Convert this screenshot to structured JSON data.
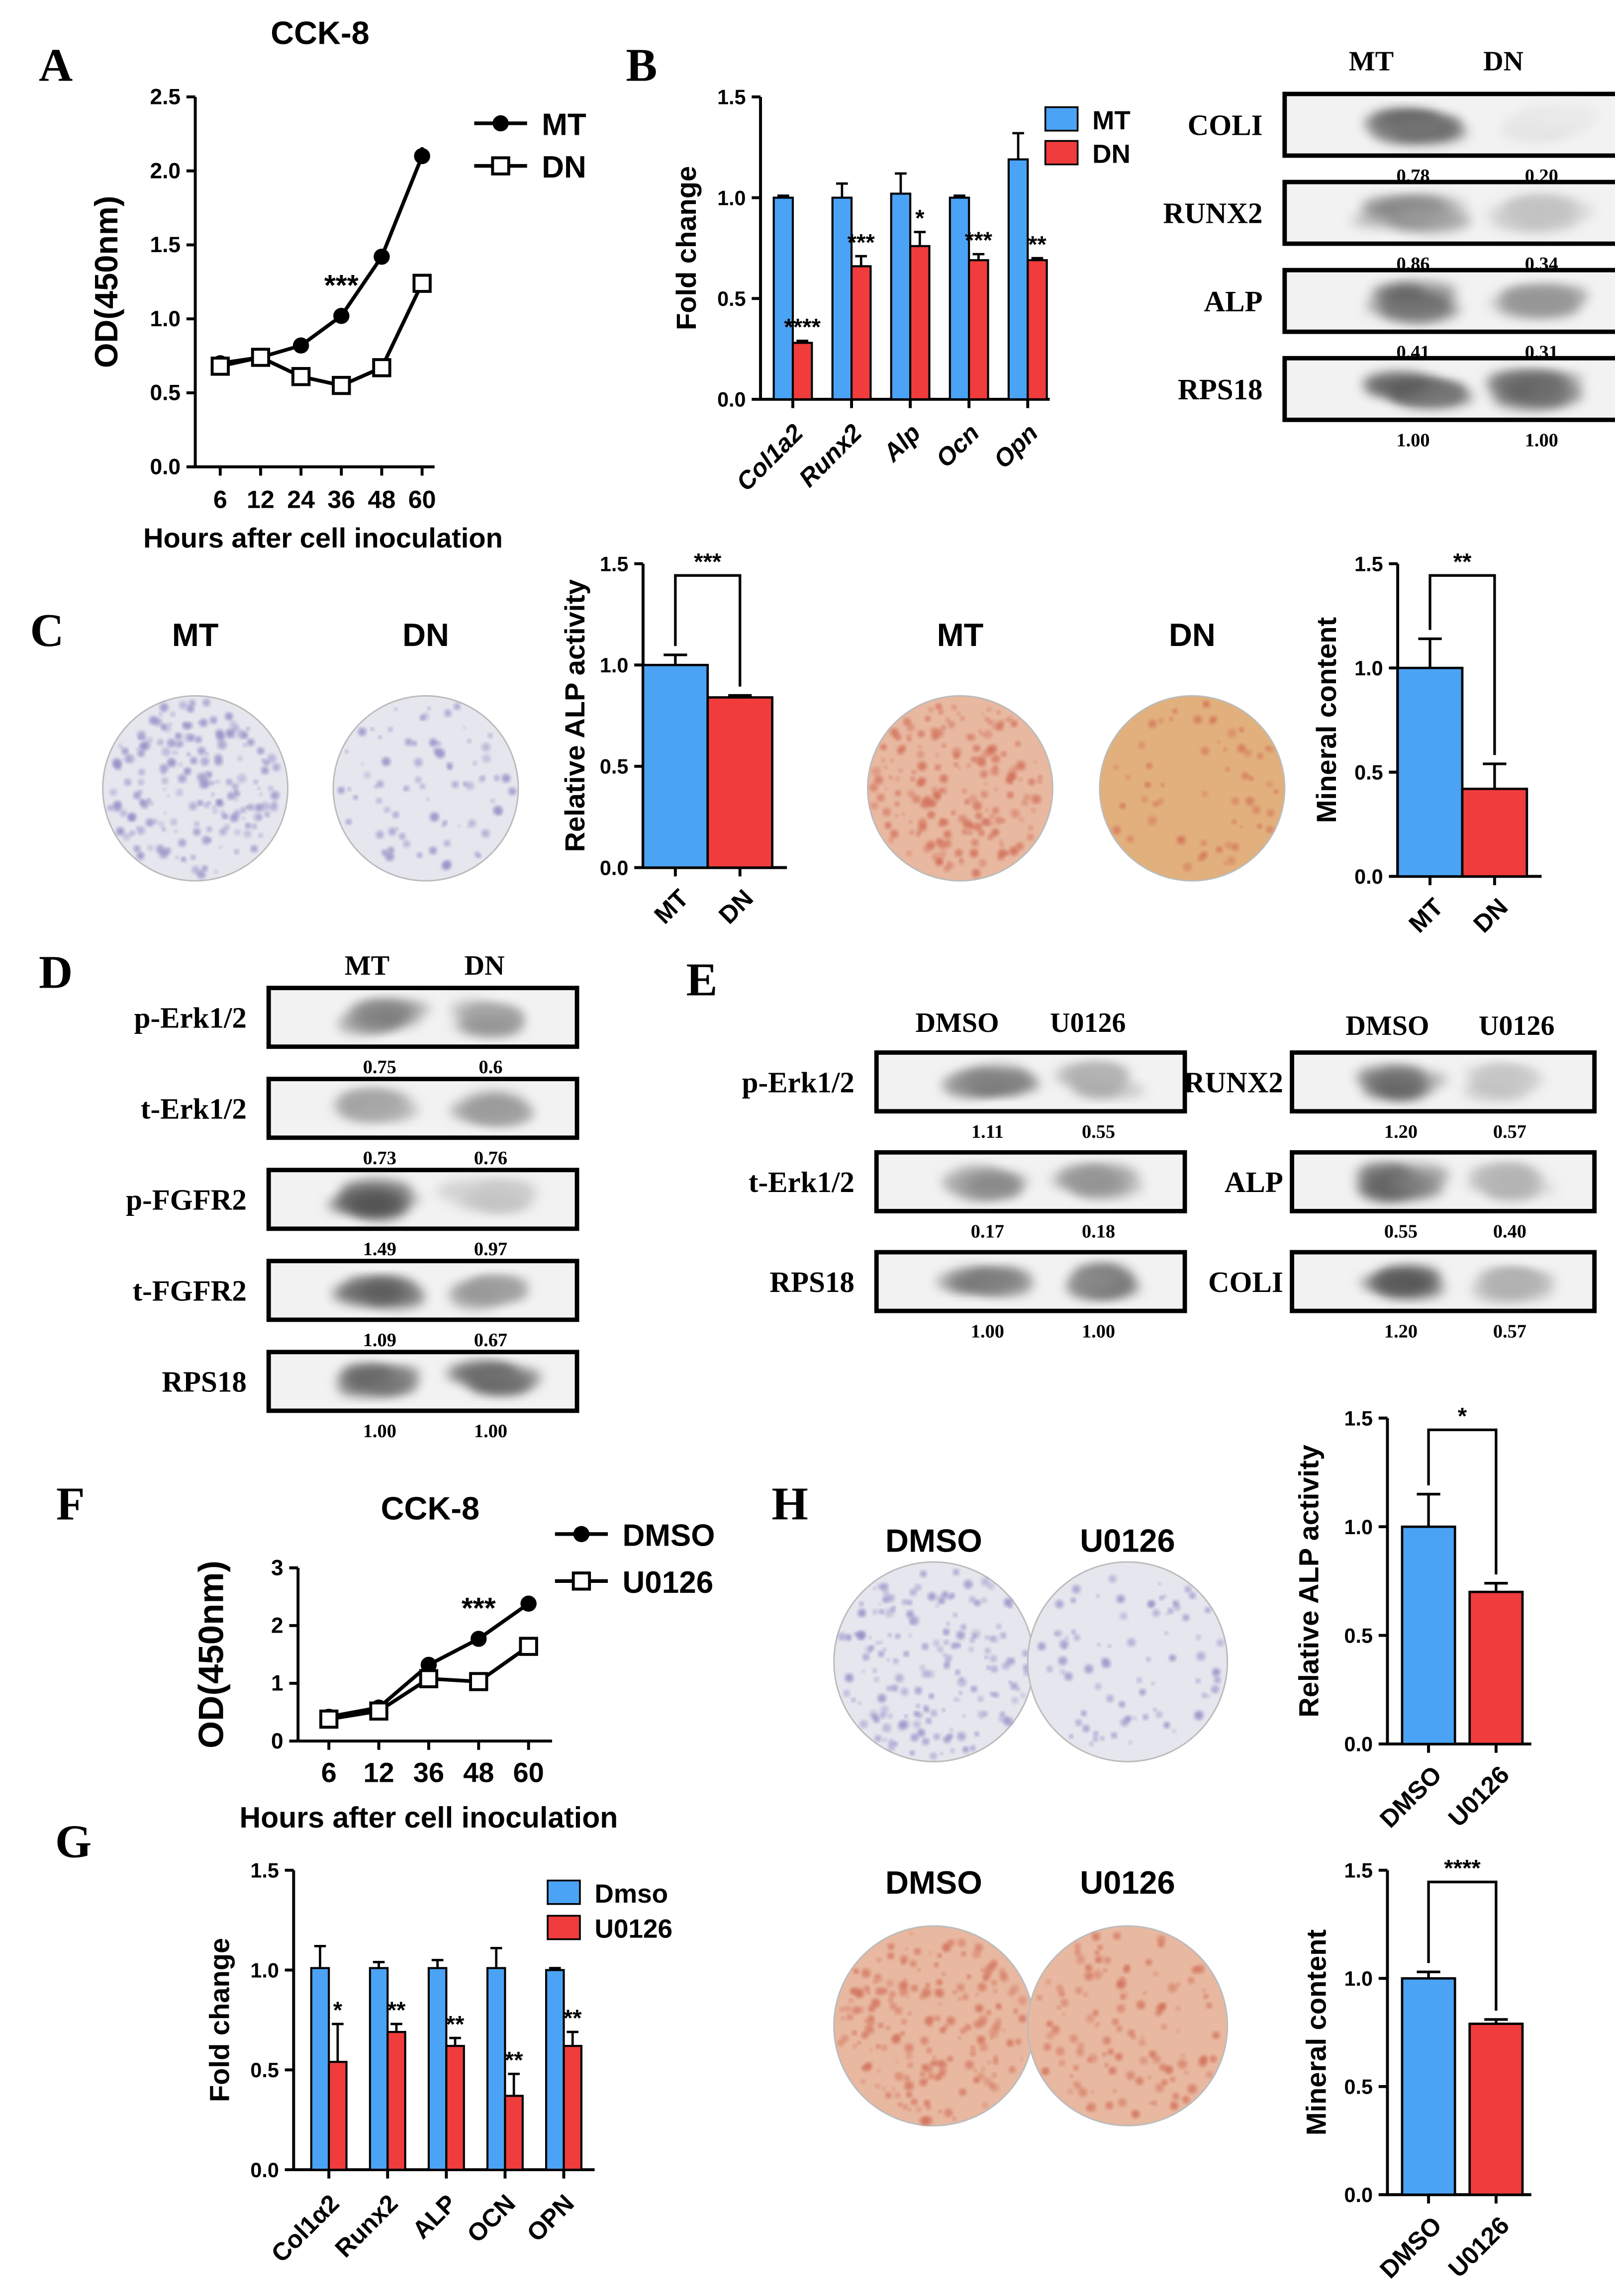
{
  "panel_letters": [
    "A",
    "B",
    "C",
    "D",
    "E",
    "F",
    "G",
    "H"
  ],
  "colors": {
    "blue": "#4aa3f5",
    "red": "#f03c3c",
    "ink": "#000000",
    "alp_stain": "#8c87c3",
    "ars_stain": "#d06a55",
    "ars_light": "#e2b07c"
  },
  "chart_data": [
    {
      "id": "A",
      "type": "line",
      "title": "CCK-8",
      "xlabel": "Hours after cell inoculation",
      "ylabel": "OD(450nm)",
      "categories": [
        "6",
        "12",
        "24",
        "36",
        "48",
        "60"
      ],
      "ylim": [
        0,
        2.5
      ],
      "yticks": [
        "0.0",
        "0.5",
        "1.0",
        "1.5",
        "2.0",
        "2.5"
      ],
      "series": [
        {
          "name": "MT",
          "marker": "filled-circle",
          "values": [
            0.7,
            0.74,
            0.82,
            1.02,
            1.42,
            2.1
          ],
          "errors": [
            0.02,
            0.02,
            0.02,
            0.03,
            0.02,
            0.06
          ]
        },
        {
          "name": "DN",
          "marker": "open-square",
          "values": [
            0.68,
            0.74,
            0.61,
            0.55,
            0.67,
            1.24
          ],
          "errors": [
            0.02,
            0.02,
            0.02,
            0.02,
            0.02,
            0.03
          ]
        }
      ],
      "annotations": [
        {
          "category": "36",
          "text": "***"
        }
      ],
      "legend": "right"
    },
    {
      "id": "B",
      "type": "bar",
      "ylabel": "Fold change",
      "categories": [
        "Col1a2",
        "Runx2",
        "Alp",
        "Ocn",
        "Opn"
      ],
      "ylim": [
        0,
        1.5
      ],
      "yticks": [
        "0.0",
        "0.5",
        "1.0",
        "1.5"
      ],
      "series": [
        {
          "name": "MT",
          "values": [
            1.0,
            1.0,
            1.02,
            1.0,
            1.19
          ],
          "errors": [
            0.01,
            0.07,
            0.1,
            0.01,
            0.13
          ]
        },
        {
          "name": "DN",
          "values": [
            0.28,
            0.66,
            0.76,
            0.69,
            0.69
          ],
          "errors": [
            0.01,
            0.05,
            0.07,
            0.03,
            0.01
          ]
        }
      ],
      "significance": [
        "****",
        "***",
        "*",
        "***",
        "**"
      ],
      "legend": "top-right"
    },
    {
      "id": "C1",
      "type": "bar",
      "ylabel": "Relative ALP activity",
      "categories": [
        "MT",
        "DN"
      ],
      "values": [
        1.0,
        0.84
      ],
      "errors": [
        0.05,
        0.01
      ],
      "ylim": [
        0,
        1.5
      ],
      "yticks": [
        "0.0",
        "0.5",
        "1.0",
        "1.5"
      ],
      "significance": "***"
    },
    {
      "id": "C2",
      "type": "bar",
      "ylabel": "Mineral content",
      "categories": [
        "MT",
        "DN"
      ],
      "values": [
        1.0,
        0.42
      ],
      "errors": [
        0.14,
        0.12
      ],
      "ylim": [
        0,
        1.5
      ],
      "yticks": [
        "0.0",
        "0.5",
        "1.0",
        "1.5"
      ],
      "significance": "**"
    },
    {
      "id": "F",
      "type": "line",
      "title": "CCK-8",
      "xlabel": "Hours after cell inoculation",
      "ylabel": "OD(450nm)",
      "categories": [
        "6",
        "12",
        "36",
        "48",
        "60"
      ],
      "ylim": [
        0,
        3
      ],
      "yticks": [
        "0",
        "1",
        "2",
        "3"
      ],
      "series": [
        {
          "name": "DMSO",
          "marker": "filled-circle",
          "values": [
            0.42,
            0.58,
            1.32,
            1.77,
            2.38
          ]
        },
        {
          "name": "U0126",
          "marker": "open-square",
          "values": [
            0.38,
            0.52,
            1.08,
            1.03,
            1.64
          ]
        }
      ],
      "annotations": [
        {
          "category": "48",
          "text": "***"
        }
      ],
      "legend": "right"
    },
    {
      "id": "G",
      "type": "bar",
      "ylabel": "Fold change",
      "categories": [
        "Col1α2",
        "Runx2",
        "ALP",
        "OCN",
        "OPN"
      ],
      "ylim": [
        0,
        1.5
      ],
      "yticks": [
        "0.0",
        "0.5",
        "1.0",
        "1.5"
      ],
      "series": [
        {
          "name": "Dmso",
          "values": [
            1.01,
            1.01,
            1.01,
            1.01,
            1.0
          ],
          "errors": [
            0.11,
            0.03,
            0.04,
            0.1,
            0.01
          ]
        },
        {
          "name": "U0126",
          "values": [
            0.54,
            0.69,
            0.62,
            0.37,
            0.62
          ],
          "errors": [
            0.19,
            0.04,
            0.04,
            0.11,
            0.07
          ]
        }
      ],
      "significance": [
        "*",
        "**",
        "**",
        "**",
        "**"
      ],
      "legend": "top-right"
    },
    {
      "id": "H1",
      "type": "bar",
      "ylabel": "Relative ALP activity",
      "categories": [
        "DMSO",
        "U0126"
      ],
      "values": [
        1.0,
        0.7
      ],
      "errors": [
        0.15,
        0.04
      ],
      "ylim": [
        0,
        1.5
      ],
      "yticks": [
        "0.0",
        "0.5",
        "1.0",
        "1.5"
      ],
      "significance": "*"
    },
    {
      "id": "H2",
      "type": "bar",
      "ylabel": "Mineral content",
      "categories": [
        "DMSO",
        "U0126"
      ],
      "values": [
        1.0,
        0.79
      ],
      "errors": [
        0.03,
        0.02
      ],
      "ylim": [
        0,
        1.5
      ],
      "yticks": [
        "0.0",
        "0.5",
        "1.0",
        "1.5"
      ],
      "significance": "****"
    }
  ],
  "blots": [
    {
      "id": "B",
      "columns": [
        "MT",
        "DN"
      ],
      "rows": [
        {
          "label": "COLI",
          "values": [
            "0.78",
            "0.20"
          ],
          "intensity": [
            0.95,
            0.15
          ]
        },
        {
          "label": "RUNX2",
          "values": [
            "0.86",
            "0.34"
          ],
          "intensity": [
            0.7,
            0.3
          ]
        },
        {
          "label": "ALP",
          "values": [
            "0.41",
            "0.31"
          ],
          "intensity": [
            0.85,
            0.6
          ]
        },
        {
          "label": "RPS18",
          "values": [
            "1.00",
            "1.00"
          ],
          "intensity": [
            0.85,
            0.85
          ]
        }
      ]
    },
    {
      "id": "D",
      "columns": [
        "MT",
        "DN"
      ],
      "rows": [
        {
          "label": "p-Erk1/2",
          "values": [
            "0.75",
            "0.6"
          ],
          "intensity": [
            0.75,
            0.6
          ]
        },
        {
          "label": "t-Erk1/2",
          "values": [
            "0.73",
            "0.76"
          ],
          "intensity": [
            0.6,
            0.6
          ]
        },
        {
          "label": "p-FGFR2",
          "values": [
            "1.49",
            "0.97"
          ],
          "intensity": [
            0.9,
            0.35
          ]
        },
        {
          "label": "t-FGFR2",
          "values": [
            "1.09",
            "0.67"
          ],
          "intensity": [
            0.85,
            0.55
          ]
        },
        {
          "label": "RPS18",
          "values": [
            "1.00",
            "1.00"
          ],
          "intensity": [
            0.85,
            0.85
          ]
        }
      ]
    },
    {
      "id": "E1",
      "columns": [
        "DMSO",
        "U0126"
      ],
      "rows": [
        {
          "label": "p-Erk1/2",
          "values": [
            "1.11",
            "0.55"
          ],
          "intensity": [
            0.8,
            0.5
          ]
        },
        {
          "label": "t-Erk1/2",
          "values": [
            "0.17",
            "0.18"
          ],
          "intensity": [
            0.6,
            0.6
          ]
        },
        {
          "label": "RPS18",
          "values": [
            "1.00",
            "1.00"
          ],
          "intensity": [
            0.85,
            0.85
          ]
        }
      ]
    },
    {
      "id": "E2",
      "columns": [
        "DMSO",
        "U0126"
      ],
      "rows": [
        {
          "label": "RUNX2",
          "values": [
            "1.20",
            "0.57"
          ],
          "intensity": [
            0.85,
            0.35
          ]
        },
        {
          "label": "ALP",
          "values": [
            "0.55",
            "0.40"
          ],
          "intensity": [
            0.8,
            0.45
          ]
        },
        {
          "label": "COLI",
          "values": [
            "1.20",
            "0.57"
          ],
          "intensity": [
            0.85,
            0.5
          ]
        }
      ]
    }
  ],
  "stains": [
    {
      "id": "C-alp",
      "labels": [
        "MT",
        "DN"
      ],
      "type": "alp",
      "density": [
        0.85,
        0.35
      ]
    },
    {
      "id": "C-ars",
      "labels": [
        "MT",
        "DN"
      ],
      "type": "ars",
      "density": [
        0.9,
        0.25
      ]
    },
    {
      "id": "H-alp",
      "labels": [
        "DMSO",
        "U0126"
      ],
      "type": "alp",
      "density": [
        0.8,
        0.35
      ]
    },
    {
      "id": "H-ars",
      "labels": [
        "DMSO",
        "U0126"
      ],
      "type": "ars",
      "density": [
        0.9,
        0.55
      ]
    }
  ]
}
